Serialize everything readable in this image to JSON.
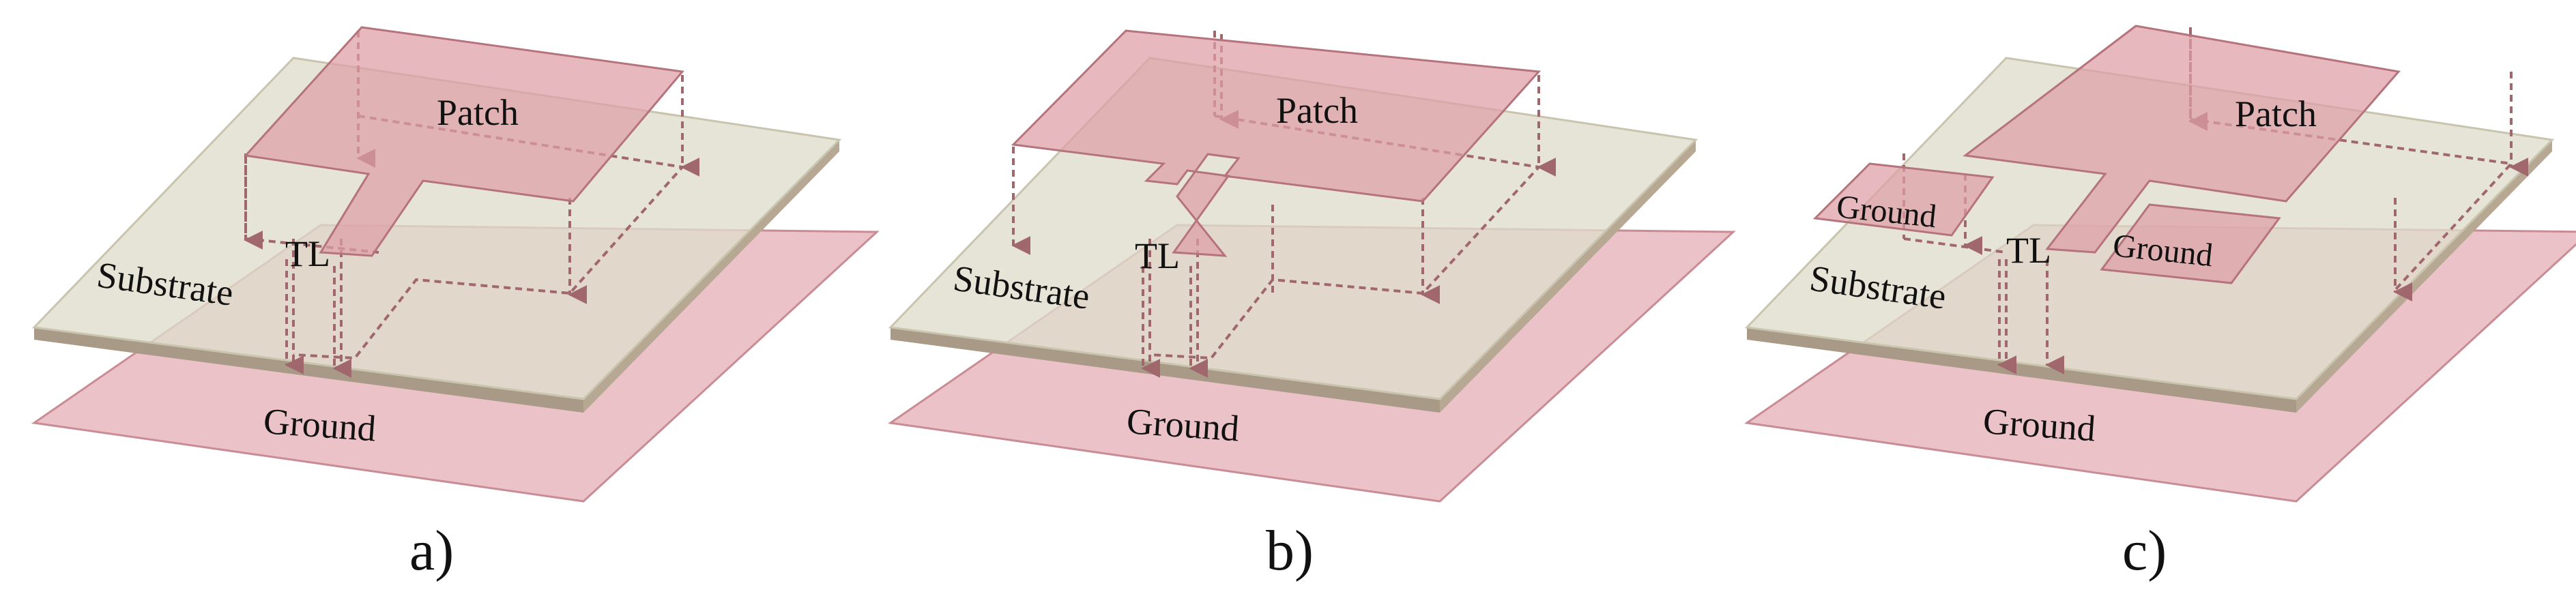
{
  "colors": {
    "ground_fill": "#e8b7bd",
    "ground_stroke": "#c98c94",
    "substrate_top": "#dedccb",
    "substrate_edge": "#a89a86",
    "patch_fill": "#de9ea6",
    "patch_stroke": "#b5737b",
    "dash": "#a0686c"
  },
  "panels": [
    {
      "caption": "a)",
      "labels": {
        "patch": "Patch",
        "tl": "TL",
        "substrate": "Substrate",
        "ground": "Ground"
      }
    },
    {
      "caption": "b)",
      "labels": {
        "patch": "Patch",
        "tl": "TL",
        "substrate": "Substrate",
        "ground": "Ground"
      }
    },
    {
      "caption": "c)",
      "labels": {
        "patch": "Patch",
        "tl": "TL",
        "substrate": "Substrate",
        "ground": "Ground",
        "ground_left": "Ground",
        "ground_right": "Ground"
      }
    }
  ]
}
